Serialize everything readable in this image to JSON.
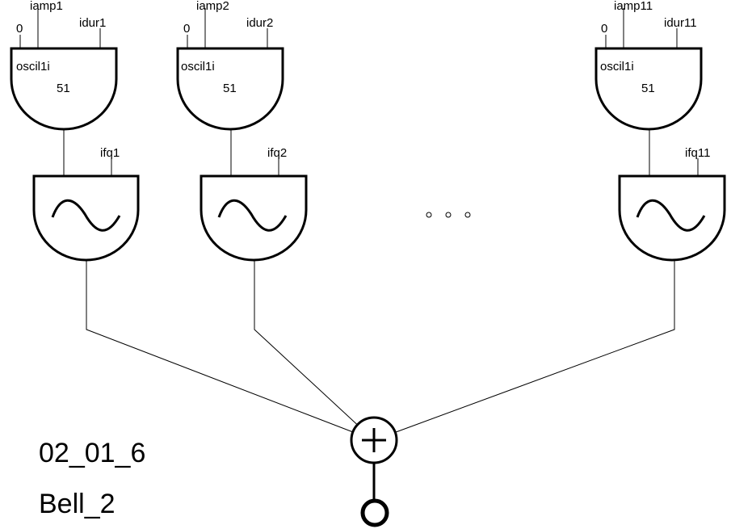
{
  "diagram": {
    "labels": {
      "zero1": "0",
      "iamp1": "iamp1",
      "idur1": "idur1",
      "oscil1": "oscil1i",
      "table1": "51",
      "ifq1": "ifq1",
      "zero2": "0",
      "iamp2": "iamp2",
      "idur2": "idur2",
      "oscil2": "oscil1i",
      "table2": "51",
      "ifq2": "ifq2",
      "zero3": "0",
      "iamp3": "iamp11",
      "idur3": "idur11",
      "oscil3": "oscil1i",
      "table3": "51",
      "ifq3": "ifq11"
    },
    "footer": {
      "id": "02_01_6",
      "name": "Bell_2"
    }
  }
}
